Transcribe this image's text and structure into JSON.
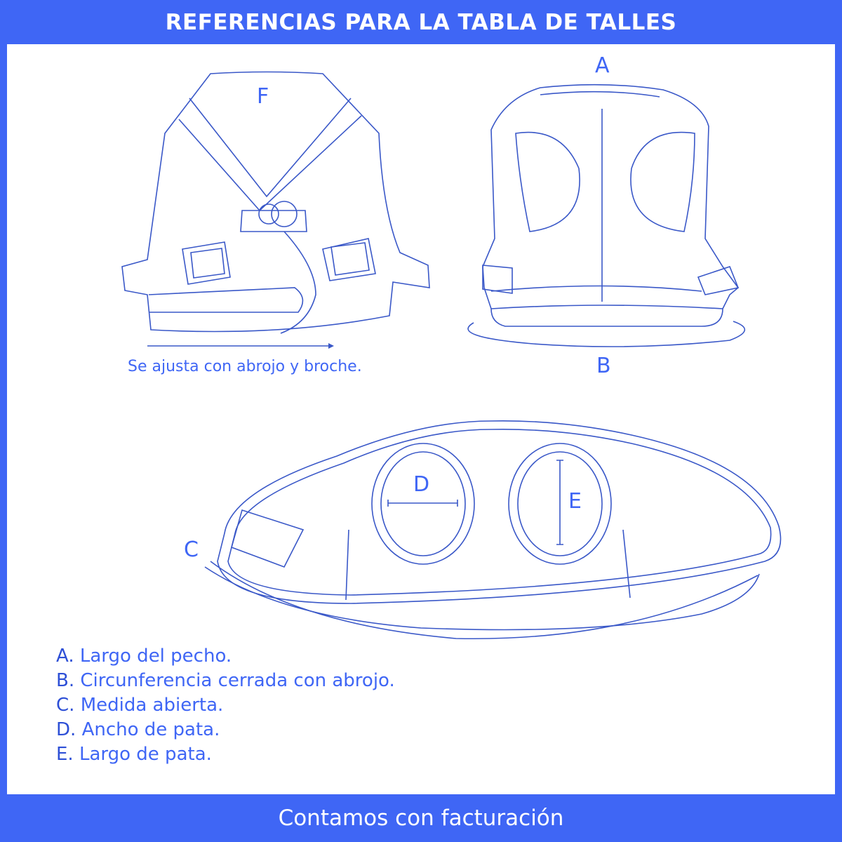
{
  "header": {
    "title": "REFERENCIAS PARA LA TABLA DE TALLES"
  },
  "diagram": {
    "labels": {
      "a": "A",
      "b": "B",
      "c": "C",
      "d": "D",
      "e": "E",
      "f": "F"
    },
    "caption": "Se ajusta con abrojo y broche."
  },
  "legend": [
    {
      "key": "A.",
      "text": "Largo del pecho."
    },
    {
      "key": "B.",
      "text": "Circunferencia cerrada con abrojo."
    },
    {
      "key": "C.",
      "text": "Medida abierta."
    },
    {
      "key": "D.",
      "text": "Ancho de pata."
    },
    {
      "key": "E.",
      "text": "Largo de pata."
    }
  ],
  "footer": {
    "text": "Contamos con facturación"
  },
  "colors": {
    "brand": "#3f66f5",
    "white": "#ffffff"
  }
}
